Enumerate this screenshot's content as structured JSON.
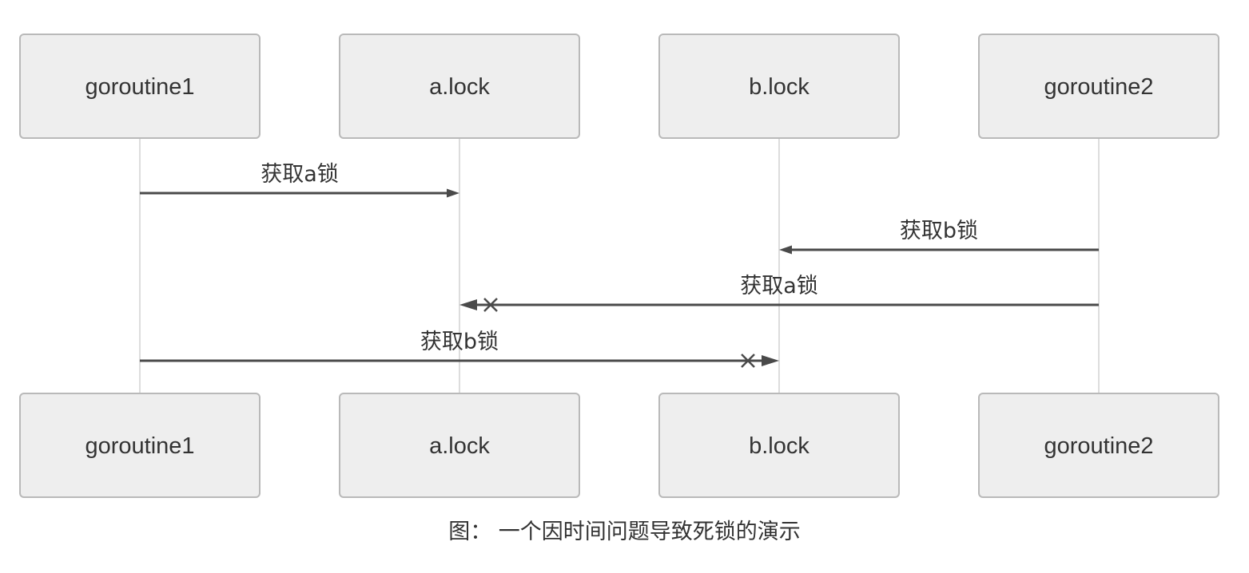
{
  "diagram": {
    "type": "sequence-diagram",
    "participants": [
      "goroutine1",
      "a.lock",
      "b.lock",
      "goroutine2"
    ],
    "messages": [
      {
        "from": "goroutine1",
        "to": "a.lock",
        "label": "获取a锁",
        "blocked": false
      },
      {
        "from": "goroutine2",
        "to": "b.lock",
        "label": "获取b锁",
        "blocked": false
      },
      {
        "from": "goroutine2",
        "to": "a.lock",
        "label": "获取a锁",
        "blocked": true
      },
      {
        "from": "goroutine1",
        "to": "b.lock",
        "label": "获取b锁",
        "blocked": true
      }
    ]
  },
  "caption": "图： 一个因时间问题导致死锁的演示",
  "colors": {
    "box_fill": "#eeeeee",
    "box_border": "#b9b9b9",
    "lifeline": "#dddddd",
    "message": "#4a4a4a",
    "text": "#333333"
  }
}
